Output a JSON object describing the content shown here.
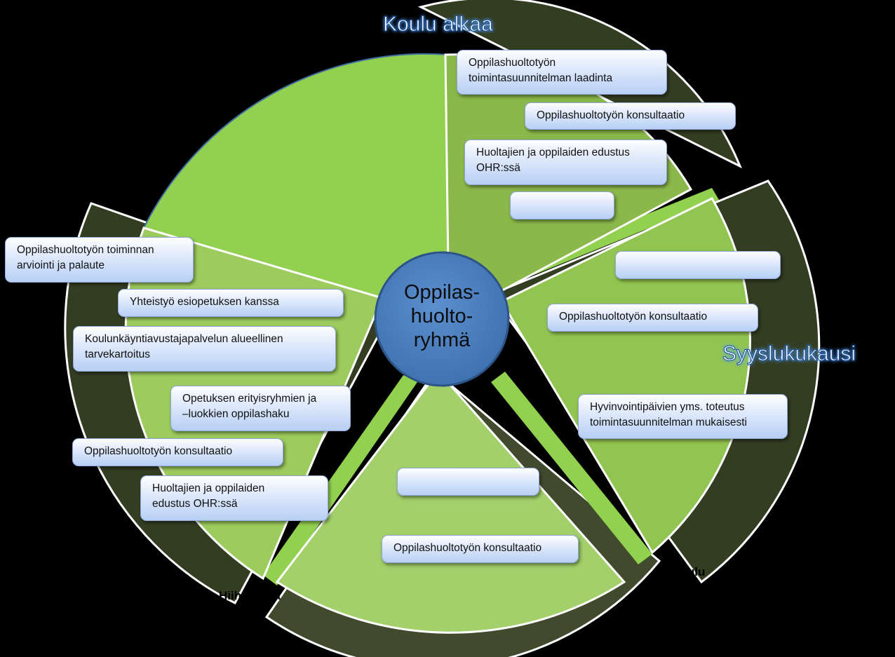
{
  "center": {
    "label": "Oppilas-\nhuolto-\nryhmä"
  },
  "seasons": {
    "autumn_start": "Koulu alkaa",
    "autumn_term": "Syyslukukausi",
    "christmas": "Joulu",
    "ski_holiday": "Hiihtoloma"
  },
  "colors": {
    "sector_top_left": "#92d050",
    "sector_top_right": "#8bb84a",
    "sector_right": "#92c452",
    "sector_bottom": "#a3d06a",
    "sector_left": "#9dcb5e",
    "outer_band": "#333d22",
    "center_fill": "#4f81bd"
  },
  "boxes": {
    "top_right": [
      "Oppilashuoltotyön\ntoimintasuunnitelman laadinta",
      "Oppilashuoltotyön konsultaatio",
      "Huoltajien ja oppilaiden edustus\nOHR:ssä",
      ""
    ],
    "right": [
      "",
      "Oppilashuoltotyön konsultaatio",
      "Hyvinvointipäivien yms. toteutus\ntoimintasuunnitelman mukaisesti"
    ],
    "bottom": [
      "",
      "Oppilashuoltotyön konsultaatio"
    ],
    "left": [
      "Oppilashuoltotyön toiminnan\narviointi ja palaute",
      "Yhteistyö esiopetuksen kanssa",
      "Koulunkäyntiavustajapalvelun alueellinen\ntarvekartoitus",
      "Opetuksen erityisryhmien ja\n–luokkien oppilashaku",
      "Oppilashuoltotyön konsultaatio",
      "Huoltajien ja oppilaiden\nedustus OHR:ssä"
    ]
  }
}
